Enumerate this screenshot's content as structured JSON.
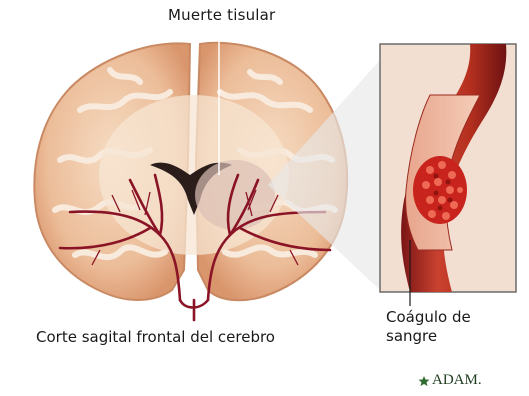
{
  "labels": {
    "top": "Muerte tisular",
    "bottom": "Corte sagital frontal del cerebro",
    "clot_line1": "Coágulo de",
    "clot_line2": "sangre"
  },
  "logo": {
    "text": "ADAM.",
    "icon": "adam-star-logo"
  },
  "colors": {
    "brain_outer": "#e9b48f",
    "brain_inner": "#f7e6d3",
    "vessel": "#8a1426",
    "clot": "#c8231c",
    "vessel_wall": "#b23a32"
  }
}
